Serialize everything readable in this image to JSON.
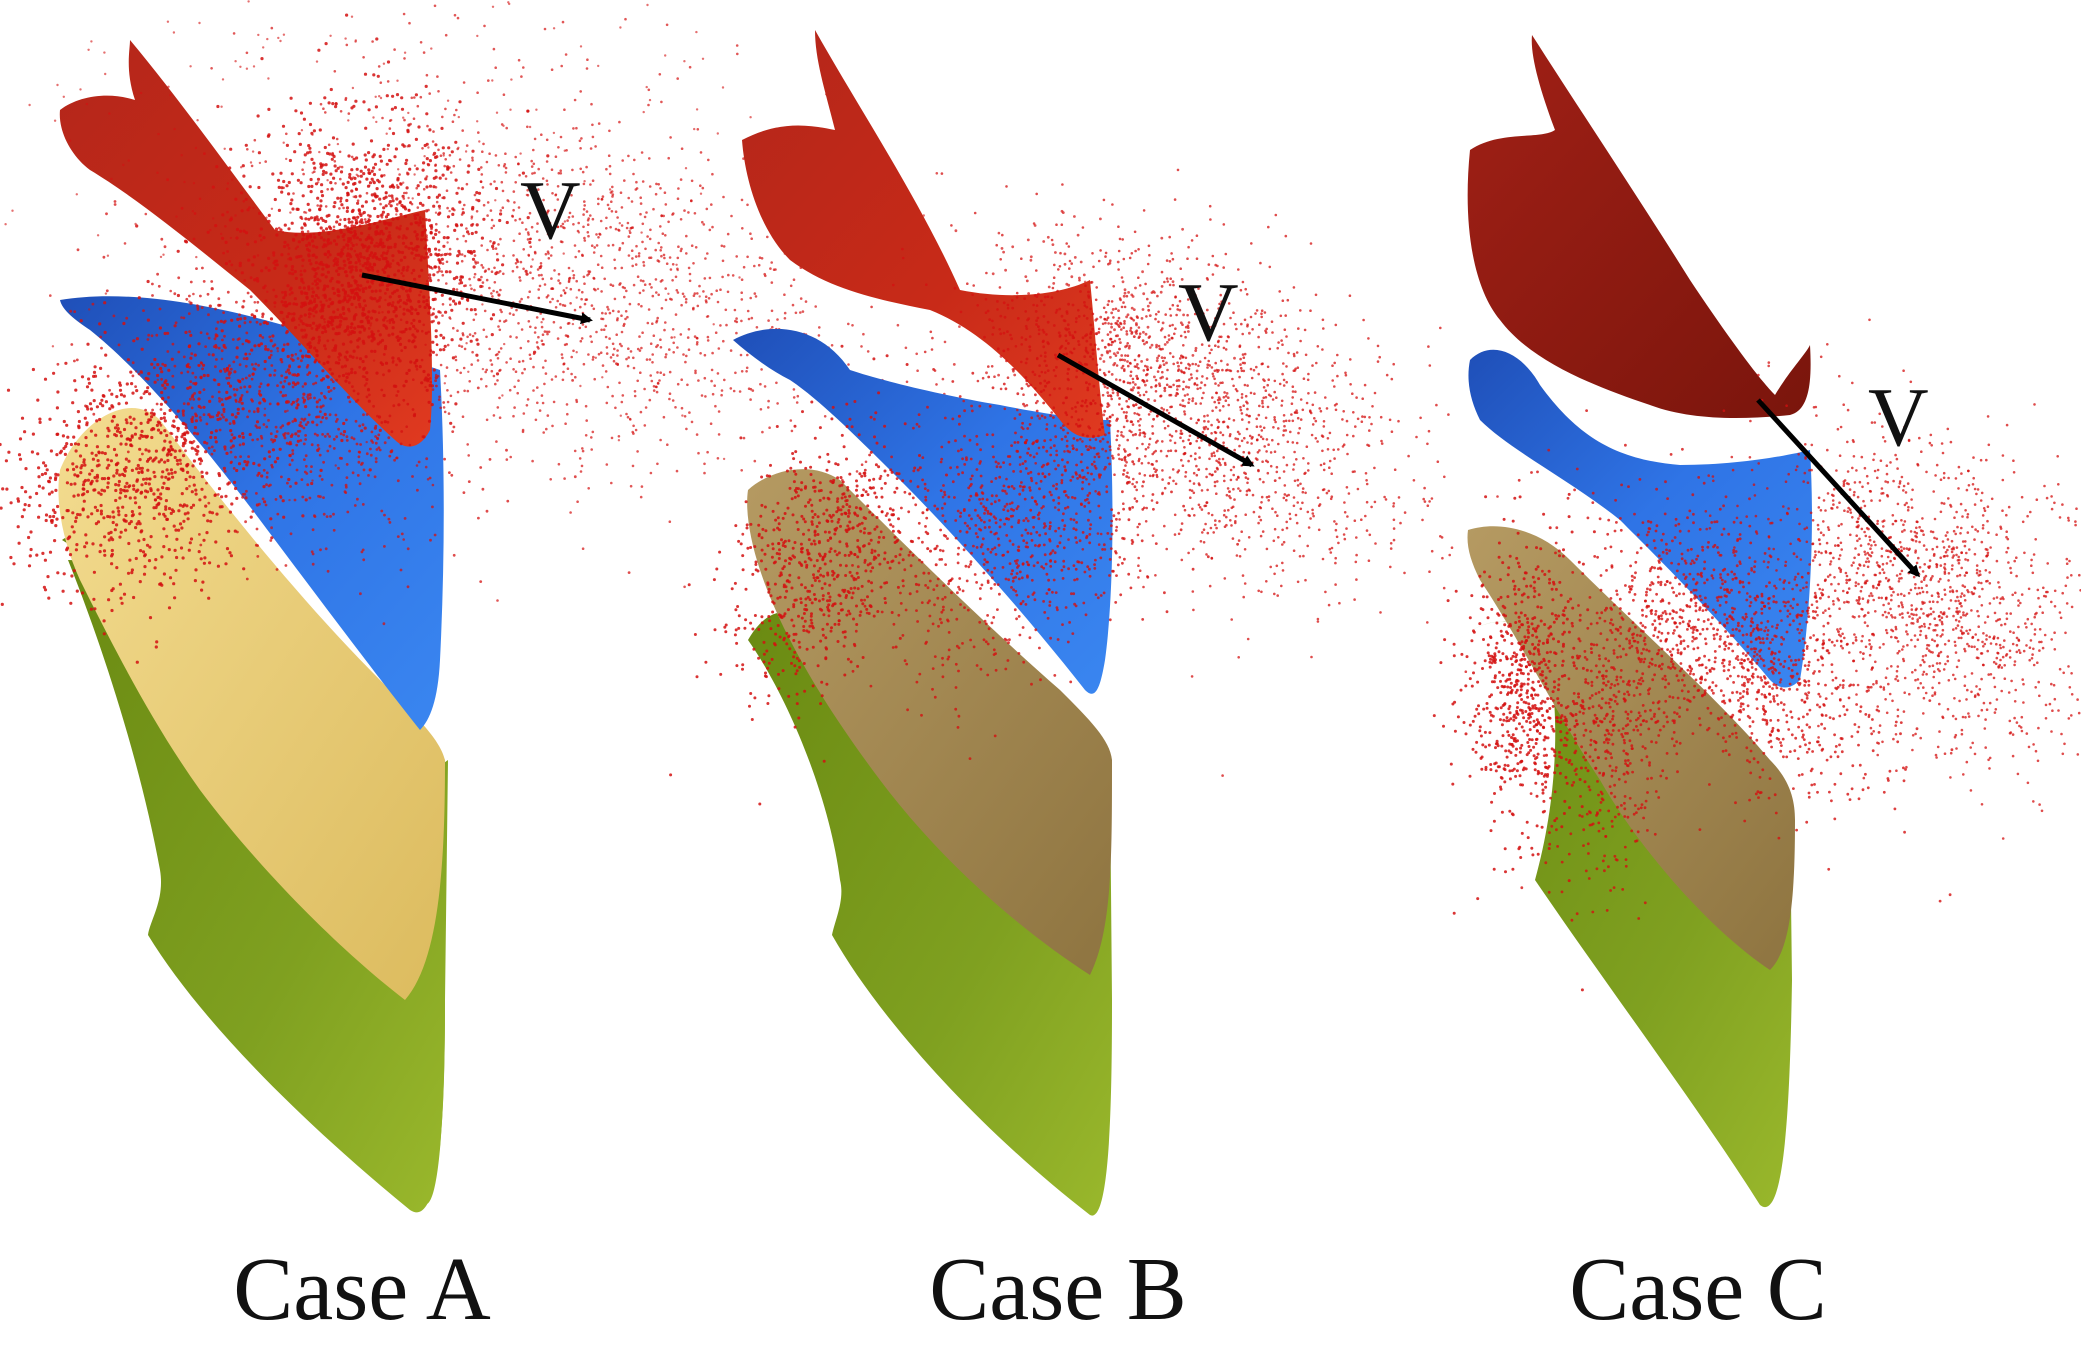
{
  "figure": {
    "panels": [
      {
        "caption": "Case A",
        "velocity_label": "V"
      },
      {
        "caption": "Case B",
        "velocity_label": "V"
      },
      {
        "caption": "Case C",
        "velocity_label": "V"
      }
    ],
    "colors": {
      "red_blade": "#c22515",
      "red_blade_dark": "#8e1a10",
      "blue_blade": "#2f6fe0",
      "yellow_blade_a": "#e9cf7a",
      "tan_blade": "#a68a55",
      "green_blade": "#7c9a1f",
      "particles": "#d41010",
      "arrow": "#000000"
    }
  }
}
